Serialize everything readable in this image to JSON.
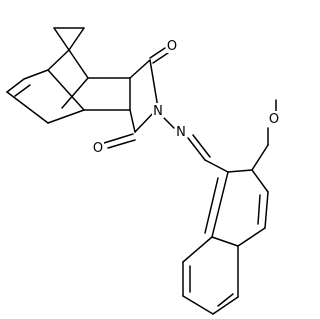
{
  "structure": {
    "atom_labels": {
      "carbonyl_oxygen_top": "O",
      "carbonyl_oxygen_bottom": "O",
      "imide_nitrogen": "N",
      "imine_nitrogen": "N",
      "methoxy_oxygen": "O"
    },
    "colors": {
      "bond": "#000000",
      "label": "#000000",
      "background": "#ffffff"
    }
  }
}
